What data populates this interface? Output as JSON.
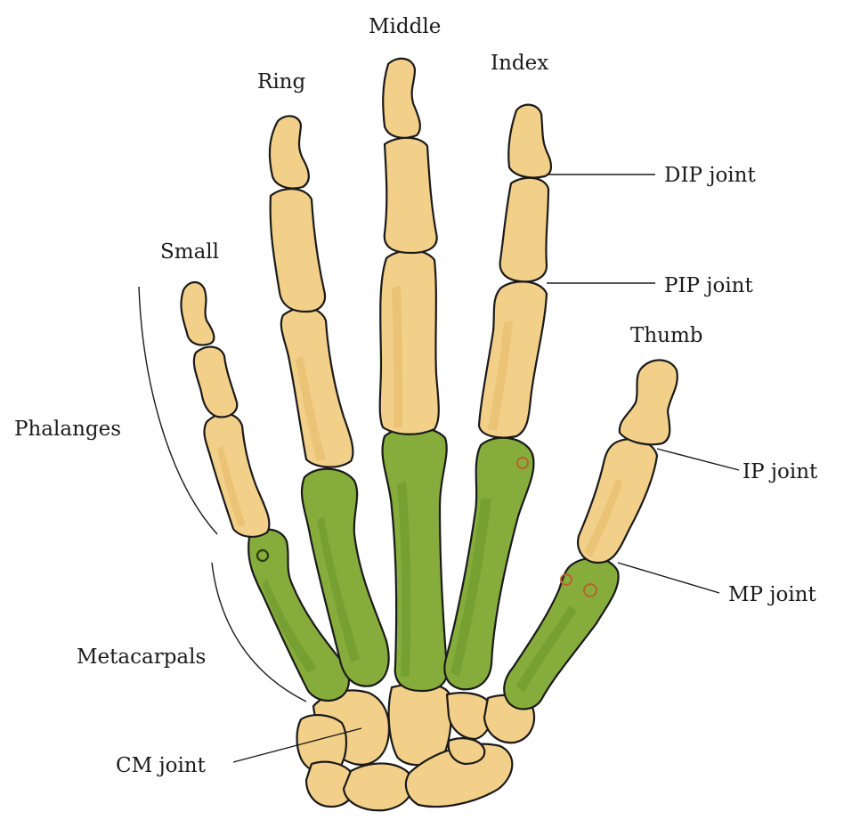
{
  "labels": {
    "small": "Small",
    "ring": "Ring",
    "middle": "Middle",
    "index": "Index",
    "thumb": "Thumb",
    "dip_joint": "DIP joint",
    "pip_joint": "PIP joint",
    "ip_joint": "IP joint",
    "mp_joint": "MP joint",
    "phalanges": "Phalanges",
    "metacarpals": "Metacarpals",
    "cm_joint": "CM joint"
  },
  "colors": {
    "phalanx_bone": "#f3d089",
    "metacarpal_bone": "#86ad3c",
    "outline": "#1a1a1a"
  }
}
